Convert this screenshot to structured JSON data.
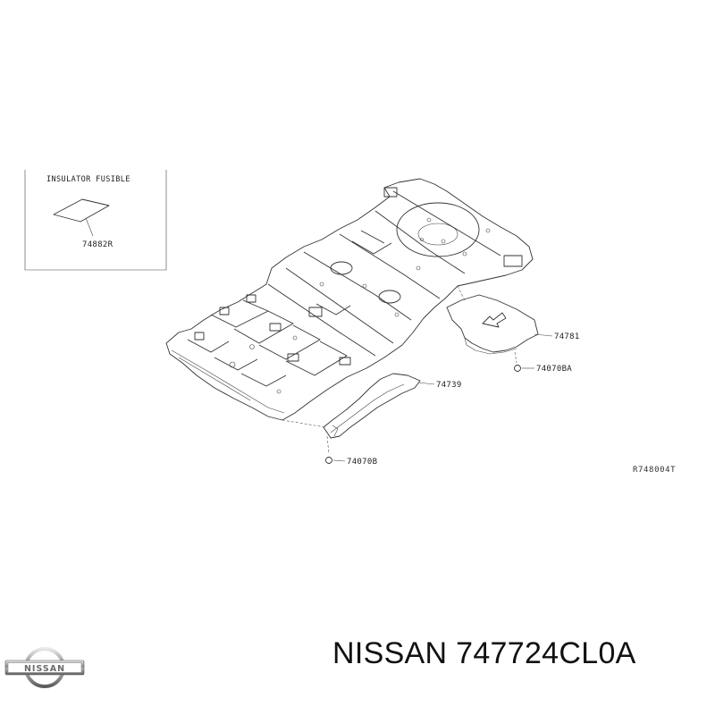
{
  "inset": {
    "title": "INSULATOR FUSIBLE",
    "part_number": "74882R"
  },
  "callouts": {
    "rear_cover": "74781",
    "rear_clip": "74070BA",
    "side_cover": "74739",
    "side_clip": "74070B"
  },
  "diagram_code": "R748004T",
  "brand": {
    "logo_text": "NISSAN",
    "title": "NISSAN 747724CL0A"
  },
  "colors": {
    "line": "#333333",
    "title": "#111111",
    "background": "#ffffff"
  }
}
